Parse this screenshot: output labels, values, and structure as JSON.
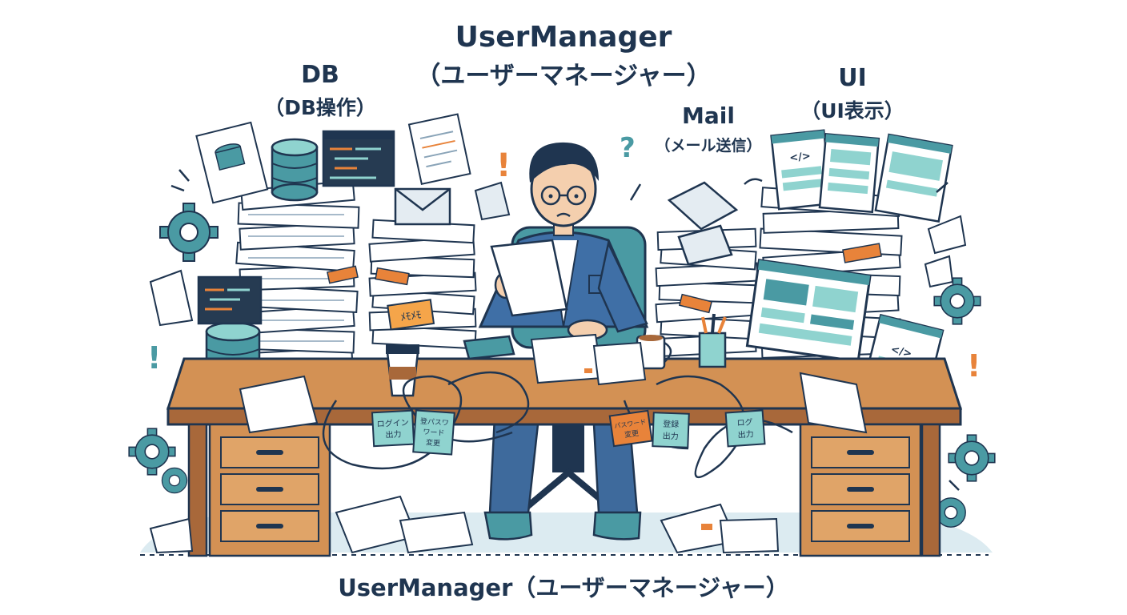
{
  "labels": {
    "main": {
      "en": "UserManager",
      "jp": "（ユーザーマネージャー）"
    },
    "db": {
      "en": "DB",
      "jp": "（DB操作）"
    },
    "mail": {
      "en": "Mail",
      "jp": "（メール送信）"
    },
    "ui": {
      "en": "UI",
      "jp": "（UI表示）"
    }
  },
  "notes": {
    "login": [
      "ログイン",
      "出力"
    ],
    "password_register": [
      "登パスワ",
      "ワード",
      "変更"
    ],
    "password_change": [
      "パスワード",
      "変更"
    ],
    "register": [
      "登録",
      "出力"
    ],
    "log": [
      "ログ",
      "出力"
    ],
    "handwritten": "ﾒﾓﾒﾓ"
  },
  "icons": {
    "question": "?",
    "exclaim": "!",
    "code": "</>"
  },
  "caption": "UserManager（ユーザーマネージャー）",
  "colors": {
    "ink": "#1f3550",
    "teal": "#4a9aa3",
    "teal_light": "#8fd3cf",
    "paper": "#ffffff",
    "paper_shade": "#e4ecf2",
    "desk": "#d39154",
    "desk_dark": "#a8683a",
    "orange": "#e8833a",
    "shirt": "#3f6fa6",
    "jeans": "#3e6a9c",
    "skin": "#f4cfae",
    "floor": "#dcebf1"
  }
}
